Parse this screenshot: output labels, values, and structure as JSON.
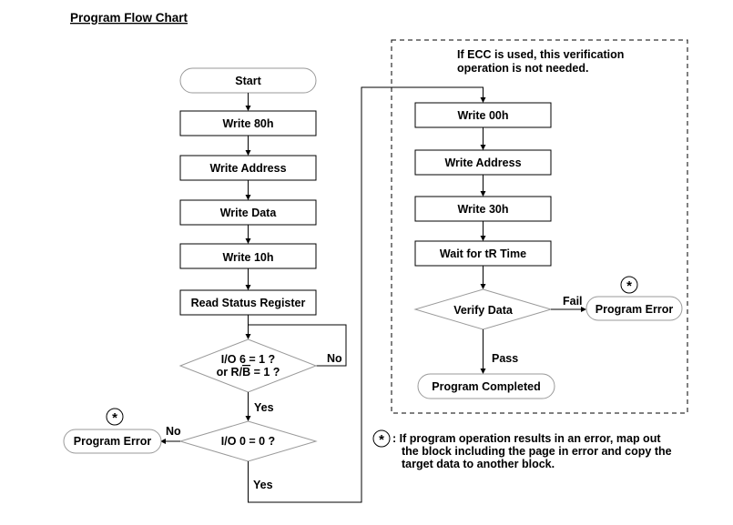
{
  "title": "Program Flow Chart",
  "left_flow": {
    "start": "Start",
    "write_80h": "Write 80h",
    "write_address": "Write Address",
    "write_data": "Write Data",
    "write_10h": "Write 10h",
    "read_status": "Read Status Register",
    "decision_io6_line1": "I/O 6 = 1 ?",
    "decision_io6_line2_prefix": "or R/",
    "decision_io6_line2_overbar": "B",
    "decision_io6_line2_suffix": " = 1 ?",
    "label_no_io6": "No",
    "label_yes_io6": "Yes",
    "decision_io0": "I/O 0 = 0 ?",
    "label_no_io0": "No",
    "label_yes_io0": "Yes",
    "program_error": "Program Error",
    "star": "*"
  },
  "right_flow": {
    "ecc_note_line1": "If ECC is used, this verification",
    "ecc_note_line2": "operation is not needed.",
    "write_00h": "Write 00h",
    "write_address": "Write Address",
    "write_30h": "Write 30h",
    "wait_tr": "Wait for tR Time",
    "verify_data": "Verify Data",
    "label_fail": "Fail",
    "program_error": "Program Error",
    "label_pass": "Pass",
    "program_completed": "Program Completed",
    "star": "*"
  },
  "footnote": {
    "star": "*",
    "line1": ": If program operation results in an error, map out",
    "line2": "the block including the page in error and copy the",
    "line3": "target data to another block."
  }
}
